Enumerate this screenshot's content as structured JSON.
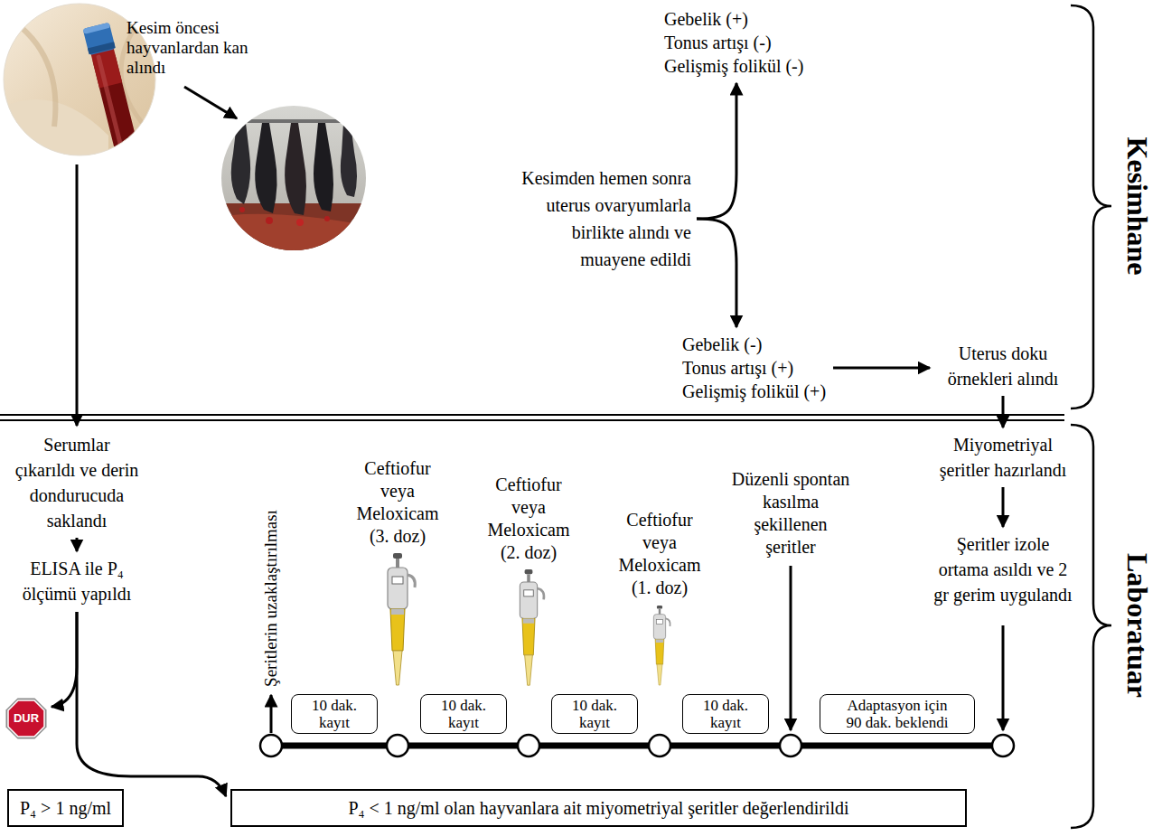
{
  "diagram": {
    "nodes": [
      {
        "text": [
          "Kesim öncesi hayvanlardan kan alındı"
        ]
      },
      {
        "text": [
          "Gebelik (+)",
          "Tonus artışı (-)",
          "Gelişmiş folikül (-)"
        ]
      },
      {
        "text": [
          "Kesimden hemen sonra uterus ovaryumlarla birlikte alındı ve muayene edildi"
        ]
      },
      {
        "text": [
          "Gebelik (-)",
          "Tonus artışı (+)",
          "Gelişmiş folikül (+)"
        ]
      },
      {
        "text": [
          "Uterus doku örnekleri alındı"
        ]
      },
      {
        "text": [
          "Serumlar çıkarıldı ve derin dondurucuda saklandı"
        ]
      },
      {
        "text": [
          "Miyometriyal şeritler hazırlandı"
        ]
      },
      {
        "text": [
          "Şeritler izole ortama asıldı ve 2 gr gerim uygulandı"
        ]
      },
      {
        "text": [
          "ELISA ile P₄ ölçümü yapıldı"
        ]
      },
      {
        "text": [
          "10 dak. kayıt"
        ]
      },
      {
        "text": [
          "10 dak. kayıt"
        ]
      },
      {
        "text": [
          "10 dak. kayıt"
        ]
      },
      {
        "text": [
          "10 dak. kayıt"
        ]
      },
      {
        "text": [
          "Adaptasyon için 90 dak. beklendi"
        ]
      },
      {
        "text": [
          "DUR"
        ]
      },
      {
        "text": [
          "P₄ > 1 ng/ml"
        ]
      },
      {
        "text": [
          "P₄ < 1 ng/ml olan hayvanlara ait miyometriyal şeritler değerlendirildi"
        ]
      }
    ],
    "edges": [
      {
        "from": 2,
        "to": 1,
        "arrow": "to"
      },
      {
        "from": 2,
        "to": 3,
        "arrow": "to"
      },
      {
        "from": 3,
        "to": 4,
        "arrow": "to"
      },
      {
        "from": 4,
        "to": 6,
        "arrow": "to"
      },
      {
        "from": 6,
        "to": 7,
        "arrow": "to"
      },
      {
        "from": 5,
        "to": 8,
        "arrow": "to"
      },
      {
        "from": 8,
        "to": 14,
        "arrow": "to"
      },
      {
        "from": 8,
        "to": 16,
        "arrow": "to"
      }
    ],
    "labels": [
      "Kesimhane",
      "Ceftiofur veya Meloxicam (3. doz)",
      "Ceftiofur veya Meloxicam (2. doz)",
      "Ceftiofur veya Meloxicam (1. doz)",
      "Düzenli spontan kasılma şekillenen şeritler",
      "Şeritlerin uzaklaştırılması",
      "Laboratuar"
    ]
  }
}
